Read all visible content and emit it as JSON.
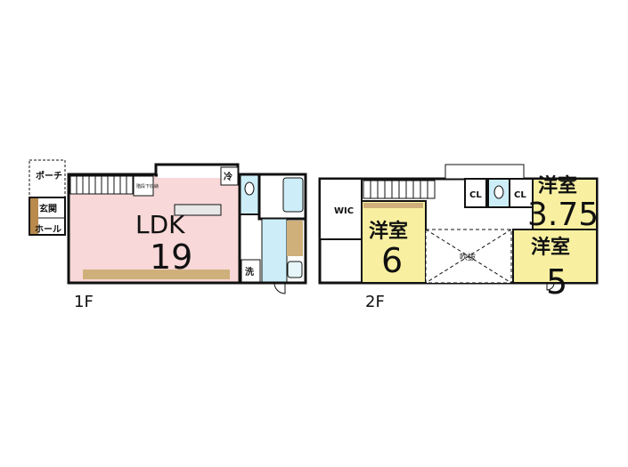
{
  "floor1": {
    "label": "1F",
    "rooms": {
      "porch": "ポーチ",
      "entrance": "玄関",
      "hall": "ホール",
      "ldk_name": "LDK",
      "ldk_size": "19",
      "fridge": "冷",
      "laundry": "洗",
      "storage_note": "階段下収納"
    }
  },
  "floor2": {
    "label": "2F",
    "rooms": {
      "wic": "WIC",
      "western_room": "洋室",
      "western_a_size": "6",
      "void": "吹抜",
      "western_b_size": "5",
      "western_c_size": "3.75",
      "closet": "CL"
    }
  },
  "colors": {
    "ldk": "#f8d8d8",
    "western": "#f8f0a0",
    "bath": "#cdeef8",
    "wood": "#cfb07a",
    "wall": "#111111",
    "entrance": "#b98a4c"
  }
}
